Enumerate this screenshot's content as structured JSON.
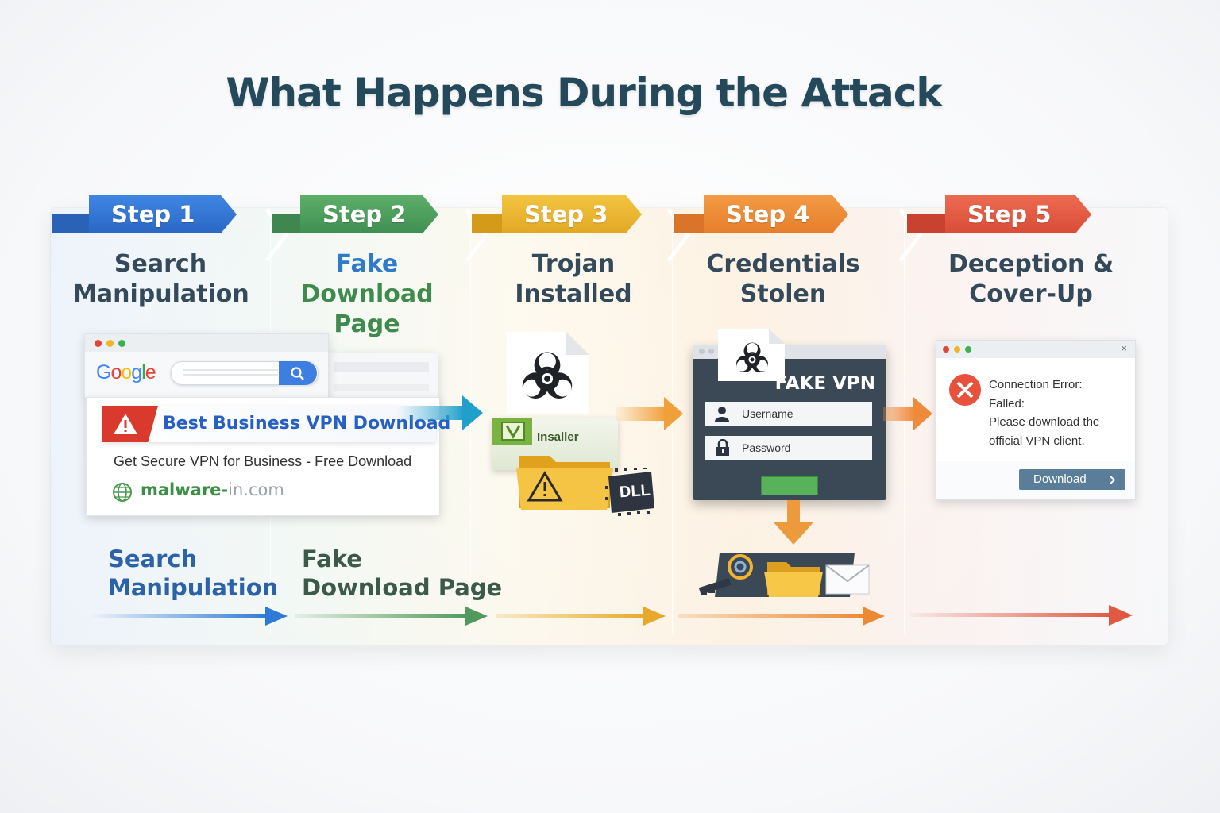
{
  "title": "What Happens During the Attack",
  "colors": {
    "step1": "#2f6fcf",
    "step2": "#4f9a5c",
    "step3": "#e7b12b",
    "step4": "#ec8a34",
    "step5": "#e05a43",
    "heading": "#2c4a5a"
  },
  "steps": [
    {
      "label": "Step 1",
      "heading_line1": "Search",
      "heading_line2": "Manipulation"
    },
    {
      "label": "Step 2",
      "heading_line1": "Fake",
      "heading_line2": "Download Page"
    },
    {
      "label": "Step 3",
      "heading_line1": "Trojan",
      "heading_line2": "Installed"
    },
    {
      "label": "Step 4",
      "heading_line1": "Credentials",
      "heading_line2": "Stolen"
    },
    {
      "label": "Step 5",
      "heading_line1": "Deception &",
      "heading_line2": "Cover-Up"
    }
  ],
  "search": {
    "brand": "Google",
    "ad_title": "Best Business VPN Download",
    "ad_description": "Get Secure VPN for Business - Free Download",
    "ad_url_main": "malware-",
    "ad_url_rest": "in.com"
  },
  "trojan": {
    "installer_label": "Insaller",
    "dll_label": "DLL"
  },
  "vpn": {
    "title": "FAKE VPN",
    "username_placeholder": "Username",
    "password_placeholder": "Password"
  },
  "error_dialog": {
    "line1": "Connection Error:",
    "line2": "Falled:",
    "line3": "Please download the",
    "line4": "official VPN client.",
    "button": "Download",
    "close": "×"
  },
  "bottom_labels": {
    "left_line1": "Search",
    "left_line2": "Manipulation",
    "right_line1": "Fake",
    "right_line2": "Download Page"
  }
}
